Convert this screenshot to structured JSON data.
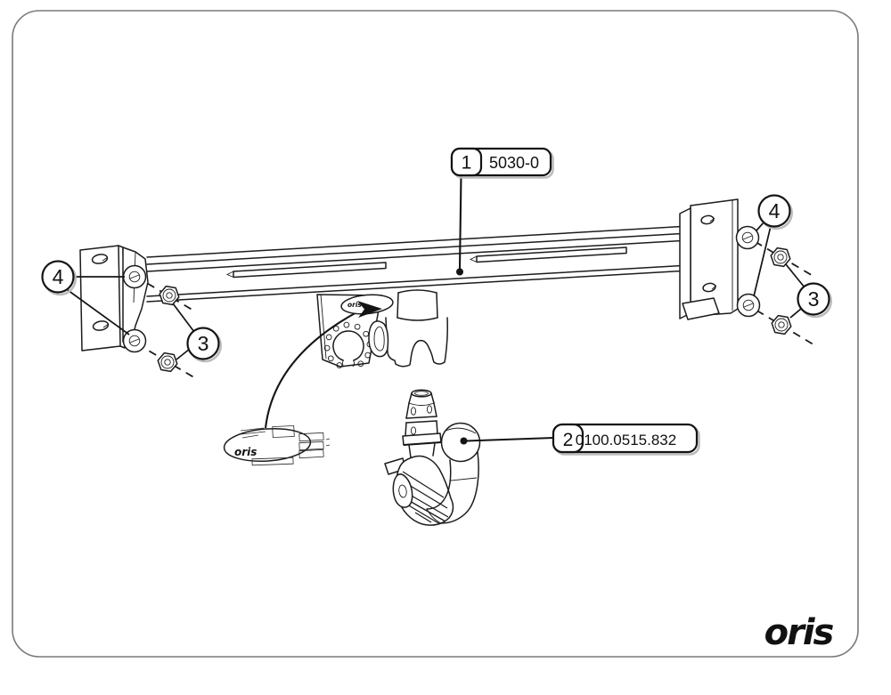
{
  "document": {
    "type": "exploded-parts-diagram",
    "subject": "towbar assembly"
  },
  "callouts": {
    "c1": {
      "number": "1",
      "part_number": "5030-0"
    },
    "c2": {
      "number": "2",
      "part_number": "0100.0515.832"
    },
    "c3": {
      "number": "3"
    },
    "c4": {
      "number": "4"
    }
  },
  "stickers": {
    "beam_label": "oris",
    "type_plate": "oris"
  },
  "logo": {
    "text": "oris"
  },
  "colors": {
    "line": "#1c1c1c",
    "background": "#ffffff",
    "border": "#7a7a7a",
    "callout_shadow": "#bcbcbc"
  }
}
